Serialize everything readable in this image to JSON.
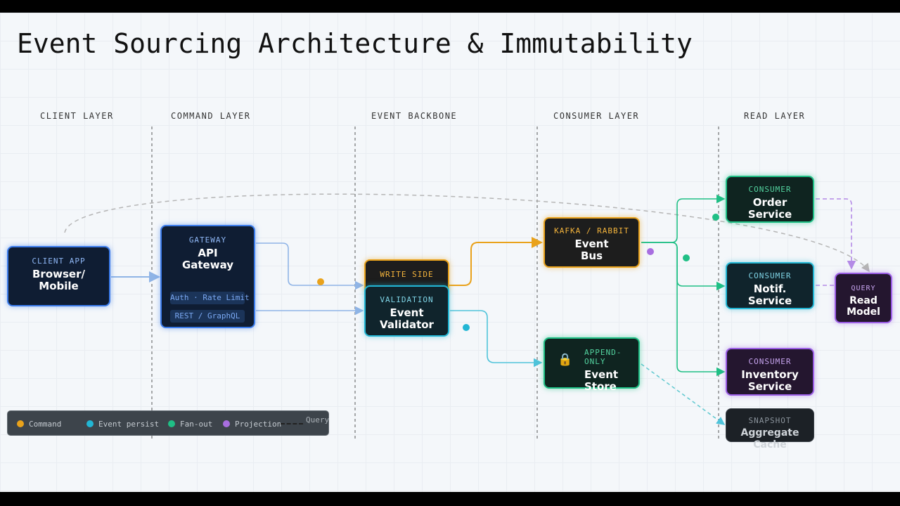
{
  "title": "Event Sourcing Architecture & Immutability",
  "layers": {
    "client": "CLIENT LAYER",
    "command": "COMMAND LAYER",
    "backbone": "EVENT BACKBONE",
    "consumer": "CONSUMER LAYER",
    "read": "READ LAYER"
  },
  "nodes": {
    "client": {
      "tag": "CLIENT APP",
      "name": "Browser/\nMobile"
    },
    "gateway": {
      "tag": "GATEWAY",
      "name": "API\nGateway",
      "pill_auth": "Auth · Rate Limit",
      "pill_api": "REST / GraphQL"
    },
    "write": {
      "tag": "WRITE SIDE"
    },
    "validator": {
      "tag": "VALIDATION",
      "name": "Event\nValidator"
    },
    "bus": {
      "tag": "KAFKA / RABBIT",
      "name": "Event\nBus"
    },
    "store": {
      "tag": "APPEND-ONLY",
      "name": "Event\nStore",
      "icon": "lock-icon"
    },
    "order": {
      "tag": "CONSUMER",
      "name": "Order\nService"
    },
    "notif": {
      "tag": "CONSUMER",
      "name": "Notif.\nService"
    },
    "inventory": {
      "tag": "CONSUMER",
      "name": "Inventory\nService"
    },
    "snapshot": {
      "tag": "SNAPSHOT",
      "name": "Aggregate Cache"
    },
    "read": {
      "tag": "QUERY",
      "name": "Read\nModel"
    }
  },
  "legend": {
    "command": "Command",
    "persist": "Event persist",
    "fanout": "Fan-out",
    "projection": "Projection",
    "query": "Query"
  },
  "colors": {
    "command": "#e9a21b",
    "persist": "#22b6d4",
    "fanout": "#1fbf85",
    "projection": "#a86ee0",
    "request": "#8fb4e6",
    "query": "#bdbdbd"
  }
}
